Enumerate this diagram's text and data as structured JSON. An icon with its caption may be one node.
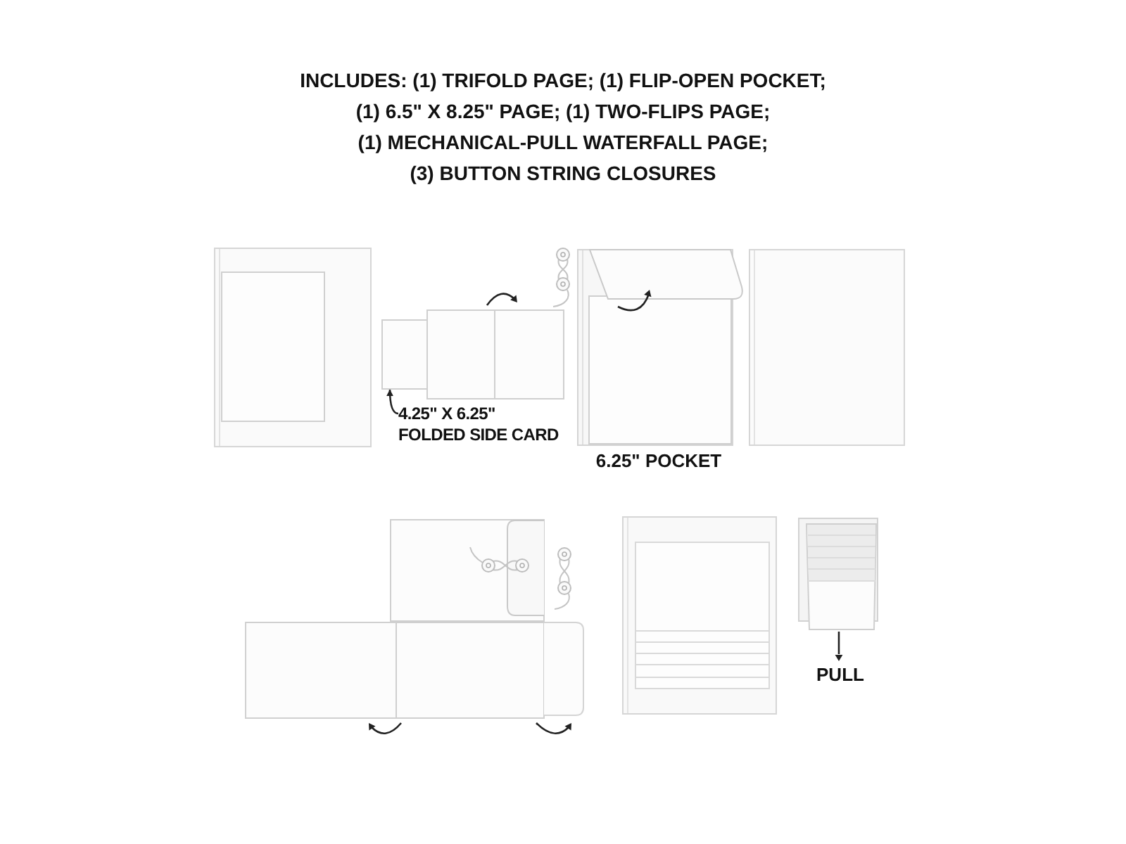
{
  "diagram": {
    "title": "INCLUDES: (1) TRIFOLD PAGE; (1) FLIP-OPEN POCKET; (1) 6.5\" X 8.25\" PAGE; (1) TWO-FLIPS PAGE; (1) MECHANICAL-PULL WATERFALL PAGE; (3) BUTTON STRING CLOSURES",
    "nodes": [
      {
        "text": [],
        "shape": "box"
      },
      {
        "text": [
          "4.25\" X 6.25\" FOLDED SIDE CARD"
        ]
      }
    ],
    "edges": [
      {
        "from": 1,
        "to": 0,
        "arrow": "to"
      }
    ],
    "labels": [
      "6.25\" POCKET",
      "PULL"
    ]
  }
}
